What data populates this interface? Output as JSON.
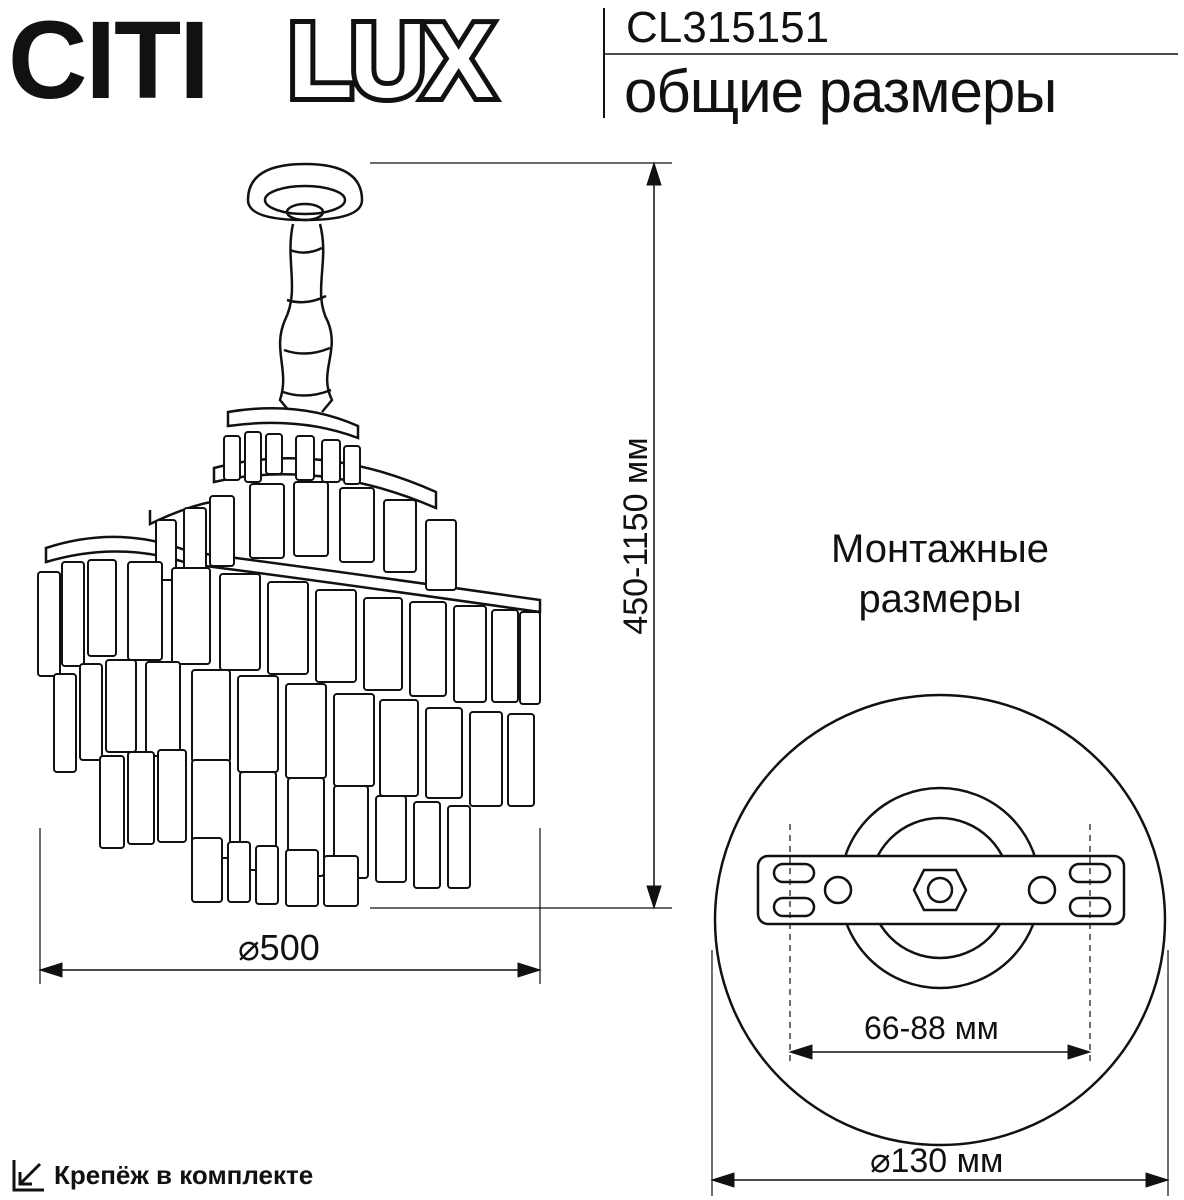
{
  "header": {
    "brand_part1": "CITI",
    "brand_part2": "LUX",
    "model": "CL315151",
    "subtitle": "общие размеры"
  },
  "drawing": {
    "height_dimension": "450-1150 мм",
    "diameter_dimension": "⌀500"
  },
  "mounting": {
    "title_line1": "Монтажные",
    "title_line2": "размеры",
    "hole_spacing": "66-88 мм",
    "canopy_diameter": "⌀130 мм"
  },
  "footer": {
    "note": "Крепёж в комплекте",
    "icon": "mount-arrow-icon"
  }
}
